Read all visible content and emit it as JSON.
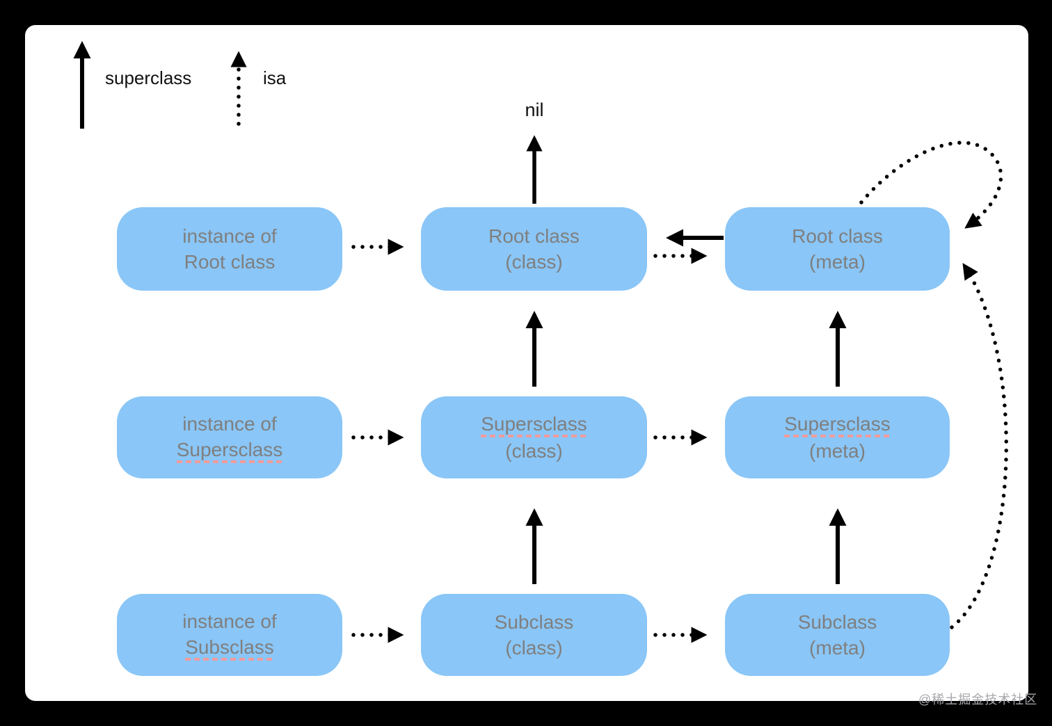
{
  "legend": {
    "superclass_label": "superclass",
    "isa_label": "isa"
  },
  "nil_label": "nil",
  "nodes": {
    "instance_root": {
      "line1": "instance of",
      "line2": "Root class"
    },
    "root_class": {
      "line1": "Root class",
      "line2": "(class)"
    },
    "root_meta": {
      "line1": "Root class",
      "line2": "(meta)"
    },
    "instance_super": {
      "line1": "instance of",
      "line2": "Supersclass"
    },
    "super_class": {
      "line1": "Supersclass",
      "line2": "(class)"
    },
    "super_meta": {
      "line1": "Supersclass",
      "line2": "(meta)"
    },
    "instance_sub": {
      "line1": "instance of",
      "line2": "Subsclass"
    },
    "sub_class": {
      "line1": "Subclass",
      "line2": "(class)"
    },
    "sub_meta": {
      "line1": "Subclass",
      "line2": "(meta)"
    }
  },
  "watermark": "@稀土掘金技术社区",
  "colors": {
    "node_fill": "#8AC6F7",
    "node_text": "#7F7F7F",
    "misspell_underline": "#F29B9B",
    "arrow": "#000000",
    "canvas": "#FFFFFF",
    "frame": "#000000"
  }
}
